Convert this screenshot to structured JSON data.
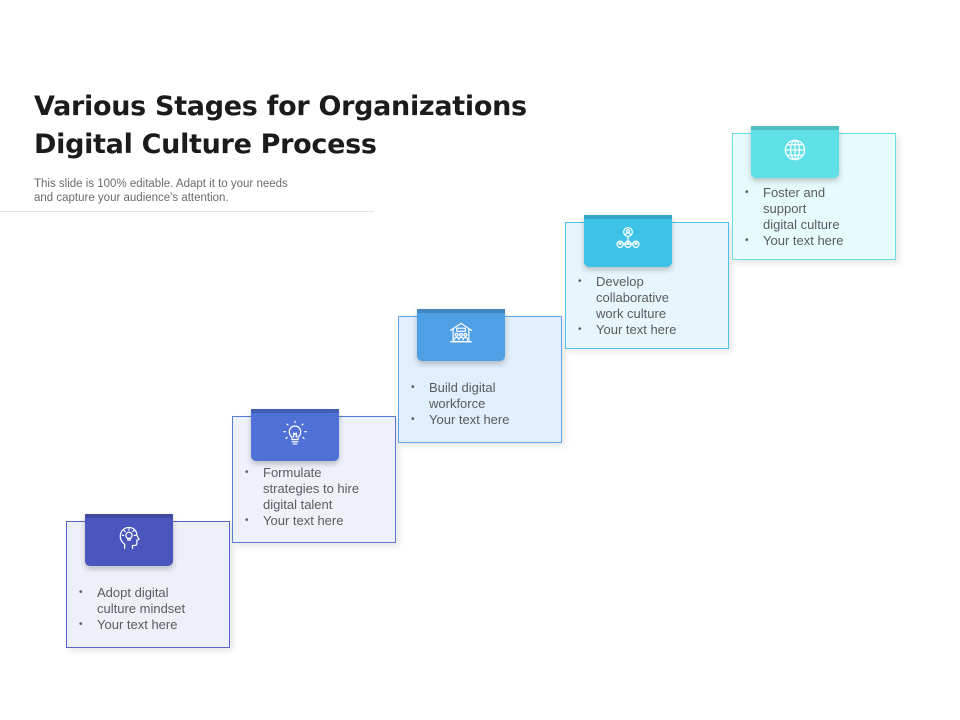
{
  "slide": {
    "title_lines": [
      "Various Stages for Organizations",
      "Digital Culture Process"
    ],
    "subtitle_lines": [
      "This slide is 100% editable. Adapt it to your needs",
      "and capture your audience's attention."
    ]
  },
  "stages": [
    {
      "icon": "head-lightbulb-icon",
      "tab_color": "#4a56be",
      "card_bg": "#eef0f9",
      "card_border": "#5563c7",
      "bullets": [
        [
          "Adopt digital",
          "culture mindset"
        ],
        [
          "Your text here"
        ]
      ]
    },
    {
      "icon": "lightbulb-icon",
      "tab_color": "#4f70d4",
      "card_bg": "#eef1fa",
      "card_border": "#5a7bd6",
      "bullets": [
        [
          "Formulate",
          "strategies to hire",
          "digital talent"
        ],
        [
          "Your text here"
        ]
      ]
    },
    {
      "icon": "building-people-icon",
      "tab_color": "#4f9fe4",
      "card_bg": "#e1eefb",
      "card_border": "#5ea6e6",
      "bullets": [
        [
          "Build digital",
          "workforce"
        ],
        [
          "Your text here"
        ]
      ]
    },
    {
      "icon": "network-people-icon",
      "tab_color": "#3ec2e8",
      "card_bg": "#e6f6fc",
      "card_border": "#4cc3ea",
      "bullets": [
        [
          "Develop",
          "collaborative",
          "work culture"
        ],
        [
          "Your text here"
        ]
      ]
    },
    {
      "icon": "globe-icon",
      "tab_color": "#5fe0e6",
      "card_bg": "#e6fbfc",
      "card_border": "#6fdde6",
      "bullets": [
        [
          "Foster and",
          "support",
          "digital culture"
        ],
        [
          "Your text here"
        ]
      ]
    }
  ]
}
